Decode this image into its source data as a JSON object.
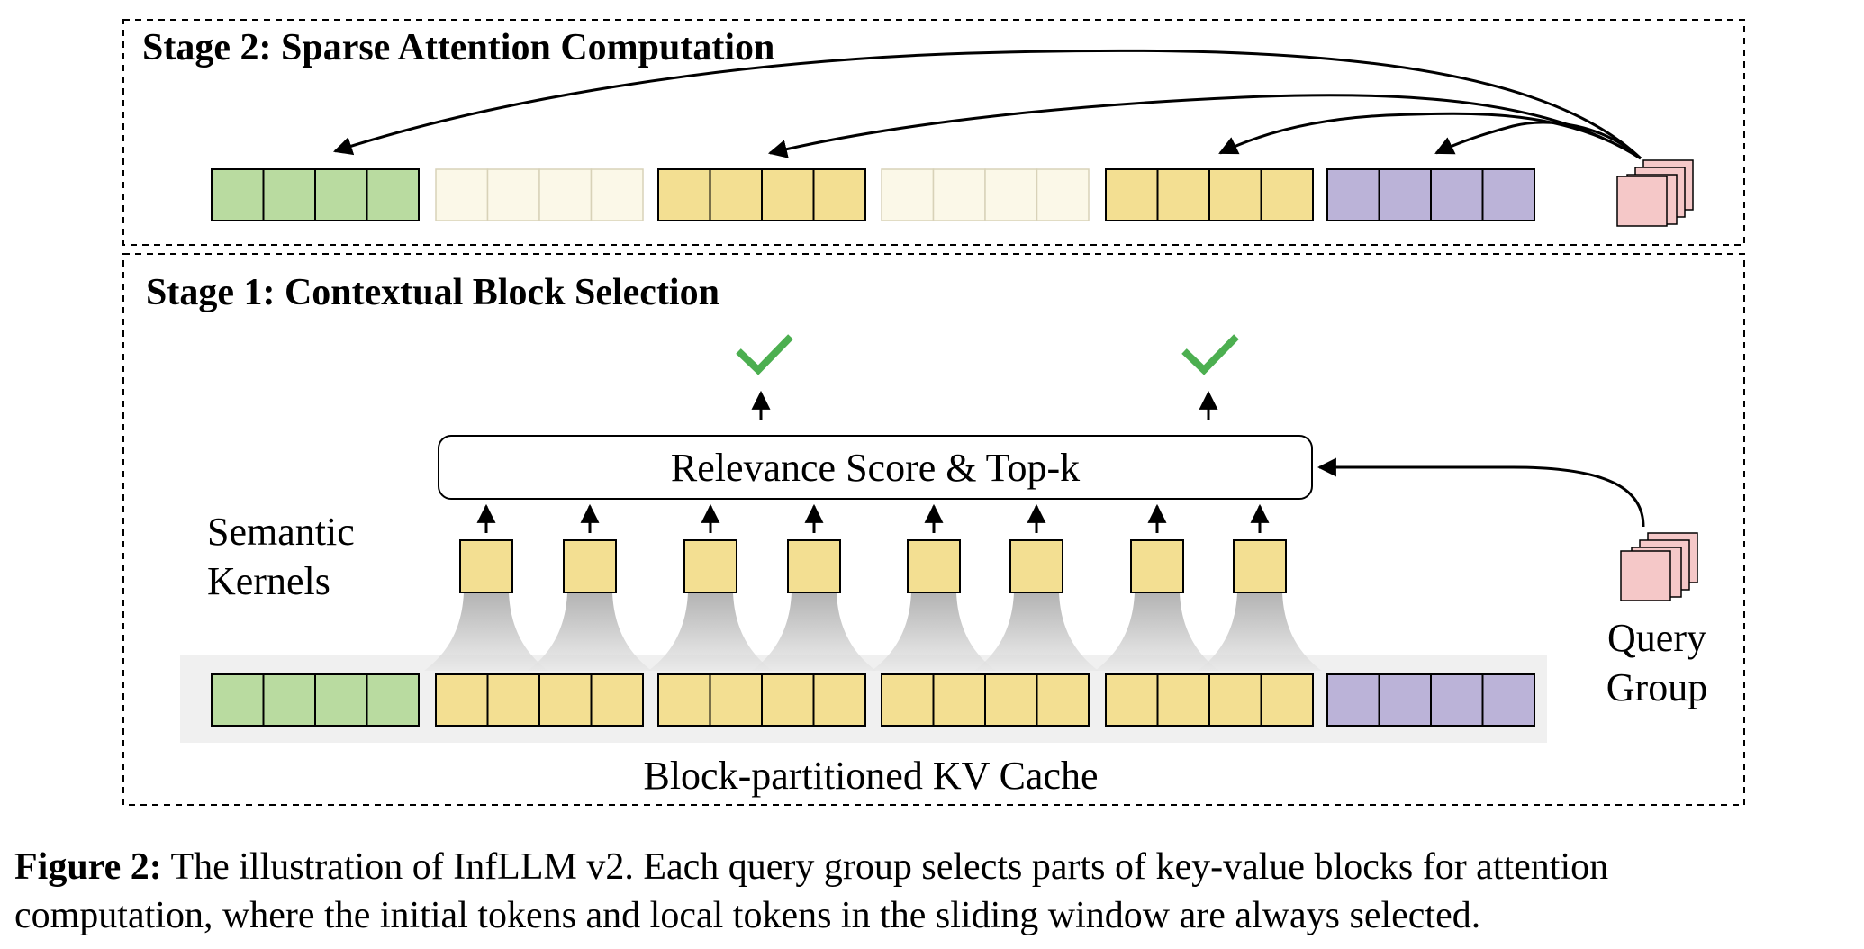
{
  "stage2": {
    "title": "Stage 2: Sparse Attention Computation",
    "rows": [
      {
        "color": "#b9dba0",
        "cells": 4,
        "selected": true
      },
      {
        "color": "#fbf8e8",
        "cells": 4,
        "selected": false
      },
      {
        "color": "#f3df92",
        "cells": 4,
        "selected": true
      },
      {
        "color": "#fbf8e8",
        "cells": 4,
        "selected": false
      },
      {
        "color": "#f3df92",
        "cells": 4,
        "selected": true
      },
      {
        "color": "#bbb3d8",
        "cells": 4,
        "selected": true
      }
    ]
  },
  "stage1": {
    "title": "Stage 1: Contextual Block Selection",
    "score_box_label": "Relevance Score & Top-k",
    "semantic_kernels_label": [
      "Semantic",
      "Kernels"
    ],
    "query_group_label": [
      "Query",
      "Group"
    ],
    "kv_cache_label": "Block-partitioned KV Cache",
    "kv_blocks": [
      {
        "color": "#b9dba0",
        "cells": 4
      },
      {
        "color": "#f3df92",
        "cells": 4
      },
      {
        "color": "#f3df92",
        "cells": 4
      },
      {
        "color": "#f3df92",
        "cells": 4
      },
      {
        "color": "#f3df92",
        "cells": 4
      },
      {
        "color": "#bbb3d8",
        "cells": 4
      }
    ],
    "kernel_count": 8
  },
  "colors": {
    "query": "#f5c8c8",
    "check": "#4caf50",
    "kernel": "#f3df92"
  },
  "caption": {
    "label": "Figure 2:",
    "text_line1": " The illustration of InfLLM v2. Each query group selects parts of key-value blocks for attention",
    "text_line2": "computation, where the initial tokens and local tokens in the sliding window are always selected."
  }
}
